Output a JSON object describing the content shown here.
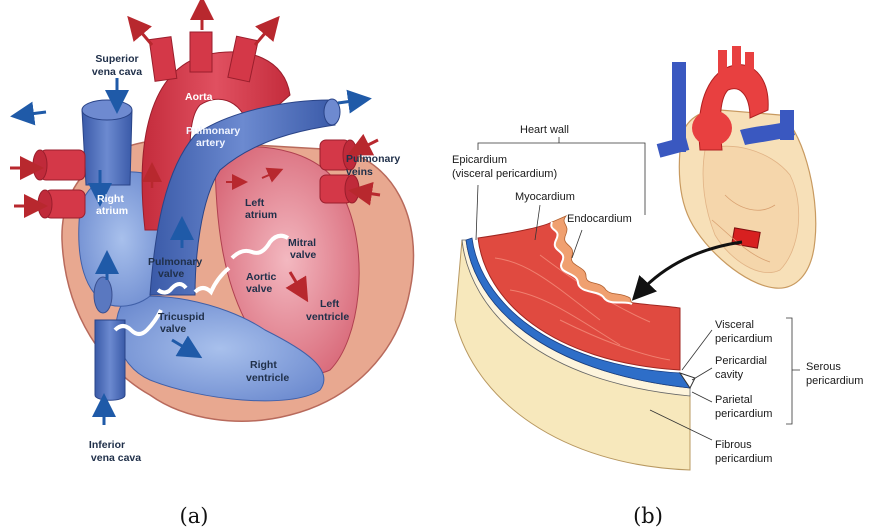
{
  "panel_a": {
    "caption": "(a)",
    "labels": {
      "superior_vena_cava_1": "Superior",
      "superior_vena_cava_2": "vena cava",
      "aorta": "Aorta",
      "pulmonary_artery_1": "Pulmonary",
      "pulmonary_artery_2": "artery",
      "pulmonary_veins_1": "Pulmonary",
      "pulmonary_veins_2": "veins",
      "left_atrium_1": "Left",
      "left_atrium_2": "atrium",
      "right_atrium_1": "Right",
      "right_atrium_2": "atrium",
      "mitral_valve_1": "Mitral",
      "mitral_valve_2": "valve",
      "pulmonary_valve_1": "Pulmonary",
      "pulmonary_valve_2": "valve",
      "aortic_valve_1": "Aortic",
      "aortic_valve_2": "valve",
      "left_ventricle_1": "Left",
      "left_ventricle_2": "ventricle",
      "tricuspid_valve_1": "Tricuspid",
      "tricuspid_valve_2": "valve",
      "right_ventricle_1": "Right",
      "right_ventricle_2": "ventricle",
      "inferior_vena_cava_1": "Inferior",
      "inferior_vena_cava_2": "vena cava"
    }
  },
  "panel_b": {
    "caption": "(b)",
    "labels": {
      "heart_wall": "Heart wall",
      "epicardium_1": "Epicardium",
      "epicardium_2": "(visceral pericardium)",
      "myocardium": "Myocardium",
      "endocardium": "Endocardium",
      "visceral_pericardium_1": "Visceral",
      "visceral_pericardium_2": "pericardium",
      "pericardial_cavity_1": "Pericardial",
      "pericardial_cavity_2": "cavity",
      "parietal_pericardium_1": "Parietal",
      "parietal_pericardium_2": "pericardium",
      "fibrous_pericardium_1": "Fibrous",
      "fibrous_pericardium_2": "pericardium",
      "serous_pericardium_1": "Serous",
      "serous_pericardium_2": "pericardium"
    }
  },
  "colors": {
    "oxygenated_red": "#d83a4a",
    "deoxygenated_blue": "#4a6cc0",
    "arrow_red": "#b8282e",
    "arrow_blue": "#1f5aa8",
    "muscle_outer": "#e8a890",
    "myocardium_red": "#e04a40",
    "fibrous_cream": "#f6e6b8"
  }
}
